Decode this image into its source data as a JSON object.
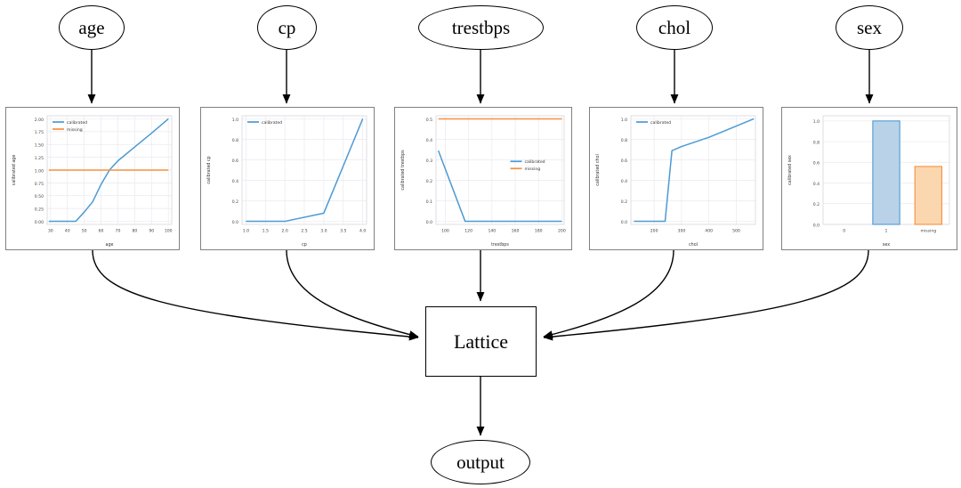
{
  "graph": {
    "input_nodes": [
      {
        "label": "age"
      },
      {
        "label": "cp"
      },
      {
        "label": "trestbps"
      },
      {
        "label": "chol"
      },
      {
        "label": "sex"
      }
    ],
    "lattice_label": "Lattice",
    "output_label": "output",
    "edge_color": "#000000"
  },
  "colors": {
    "calibrated": "#4c9ad4",
    "missing": "#f58f41",
    "bar_blue_fill": "#b9d2e8",
    "bar_blue_edge": "#4c9ad4",
    "bar_orange_fill": "#fbd7b0",
    "bar_orange_edge": "#f58f41",
    "grid": "#eaeaf0",
    "panel_border": "#808080"
  },
  "chart_data": [
    {
      "id": "age",
      "type": "line",
      "title": "",
      "xlabel": "age",
      "ylabel": "calibrated age",
      "xlim": [
        28,
        102
      ],
      "ylim": [
        -0.06,
        2.06
      ],
      "xticks": [
        30,
        40,
        50,
        60,
        70,
        80,
        90,
        100
      ],
      "xticklabels": [
        "30",
        "40",
        "50",
        "60",
        "70",
        "80",
        "90",
        "100"
      ],
      "yticks": [
        0.0,
        0.25,
        0.5,
        0.75,
        1.0,
        1.25,
        1.5,
        1.75,
        2.0
      ],
      "yticklabels": [
        "0.00",
        "0.25",
        "0.50",
        "0.75",
        "1.00",
        "1.25",
        "1.50",
        "1.75",
        "2.00"
      ],
      "legend_position": "upper left",
      "series": [
        {
          "name": "calibrated",
          "color": "#4c9ad4",
          "x": [
            29,
            45,
            50,
            55,
            60,
            65,
            70,
            80,
            90,
            100
          ],
          "y": [
            0.0,
            0.0,
            0.18,
            0.38,
            0.72,
            1.0,
            1.18,
            1.45,
            1.72,
            2.0
          ]
        },
        {
          "name": "missing",
          "color": "#f58f41",
          "x": [
            29,
            100
          ],
          "y": [
            1.0,
            1.0
          ]
        }
      ]
    },
    {
      "id": "cp",
      "type": "line",
      "title": "",
      "xlabel": "cp",
      "ylabel": "calibrated cp",
      "xlim": [
        0.9,
        4.1
      ],
      "ylim": [
        -0.03,
        1.03
      ],
      "xticks": [
        1.0,
        1.5,
        2.0,
        2.5,
        3.0,
        3.5,
        4.0
      ],
      "xticklabels": [
        "1.0",
        "1.5",
        "2.0",
        "2.5",
        "3.0",
        "3.5",
        "4.0"
      ],
      "yticks": [
        0.0,
        0.2,
        0.4,
        0.6,
        0.8,
        1.0
      ],
      "yticklabels": [
        "0.0",
        "0.2",
        "0.4",
        "0.6",
        "0.8",
        "1.0"
      ],
      "legend_position": "upper left",
      "series": [
        {
          "name": "calibrated",
          "color": "#4c9ad4",
          "x": [
            1.0,
            2.0,
            3.0,
            4.0
          ],
          "y": [
            0.0,
            0.0,
            0.08,
            1.0
          ]
        }
      ]
    },
    {
      "id": "trestbps",
      "type": "line",
      "title": "",
      "xlabel": "trestbps",
      "ylabel": "calibrated trestbps",
      "xlim": [
        92,
        202
      ],
      "ylim": [
        -0.015,
        0.515
      ],
      "xticks": [
        100,
        120,
        140,
        160,
        180,
        200
      ],
      "xticklabels": [
        "100",
        "120",
        "140",
        "160",
        "180",
        "200"
      ],
      "yticks": [
        0.0,
        0.1,
        0.2,
        0.3,
        0.4,
        0.5
      ],
      "yticklabels": [
        "0.0",
        "0.1",
        "0.2",
        "0.3",
        "0.4",
        "0.5"
      ],
      "legend_position": "center right",
      "series": [
        {
          "name": "calibrated",
          "color": "#4c9ad4",
          "x": [
            94,
            117,
            140,
            170,
            200
          ],
          "y": [
            0.345,
            0.0,
            0.0,
            0.0,
            0.0
          ]
        },
        {
          "name": "missing",
          "color": "#f58f41",
          "x": [
            94,
            200
          ],
          "y": [
            0.5,
            0.5
          ]
        }
      ]
    },
    {
      "id": "chol",
      "type": "line",
      "title": "",
      "xlabel": "chol",
      "ylabel": "calibrated chol",
      "xlim": [
        115,
        570
      ],
      "ylim": [
        -0.03,
        1.03
      ],
      "xticks": [
        200,
        300,
        400,
        500
      ],
      "xticklabels": [
        "200",
        "300",
        "400",
        "500"
      ],
      "yticks": [
        0.0,
        0.2,
        0.4,
        0.6,
        0.8,
        1.0
      ],
      "yticklabels": [
        "0.0",
        "0.2",
        "0.4",
        "0.6",
        "0.8",
        "1.0"
      ],
      "legend_position": "upper left",
      "series": [
        {
          "name": "calibrated",
          "color": "#4c9ad4",
          "x": [
            126,
            240,
            265,
            300,
            400,
            500,
            564
          ],
          "y": [
            0.0,
            0.0,
            0.69,
            0.73,
            0.82,
            0.93,
            1.0
          ]
        }
      ]
    },
    {
      "id": "sex",
      "type": "bar",
      "title": "",
      "xlabel": "sex",
      "ylabel": "calibrated sex",
      "ylim": [
        0.0,
        1.05
      ],
      "yticks": [
        0.0,
        0.2,
        0.4,
        0.6,
        0.8,
        1.0
      ],
      "yticklabels": [
        "0.0",
        "0.2",
        "0.4",
        "0.6",
        "0.8",
        "1.0"
      ],
      "categories": [
        "0",
        "1",
        "missing"
      ],
      "values": [
        0.0,
        1.0,
        0.56
      ],
      "bar_colors": [
        "#b9d2e8",
        "#b9d2e8",
        "#fbd7b0"
      ],
      "bar_edge_colors": [
        "#4c9ad4",
        "#4c9ad4",
        "#f58f41"
      ]
    }
  ]
}
